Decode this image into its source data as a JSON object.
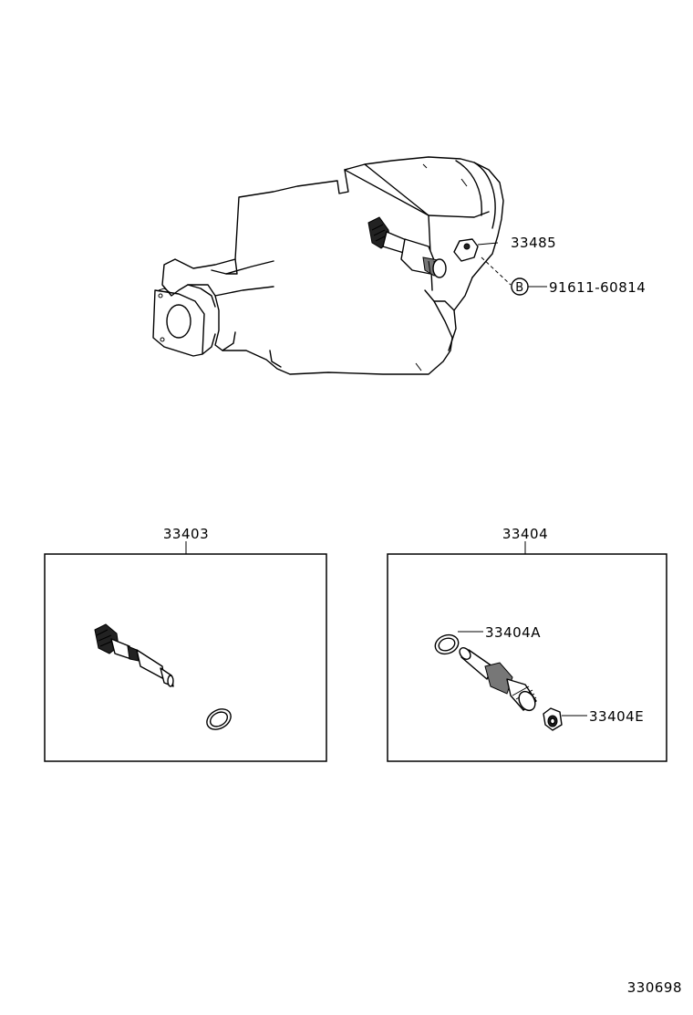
{
  "callouts": {
    "clamp_plate": "33485",
    "bolt_circle_letter": "B",
    "bolt": "91611-60814",
    "gear_kit": "33403",
    "sleeve_kit": "33404",
    "sleeve_oring": "33404A",
    "sleeve_seal": "33404E"
  },
  "footer": {
    "illustration_number": "330698"
  }
}
